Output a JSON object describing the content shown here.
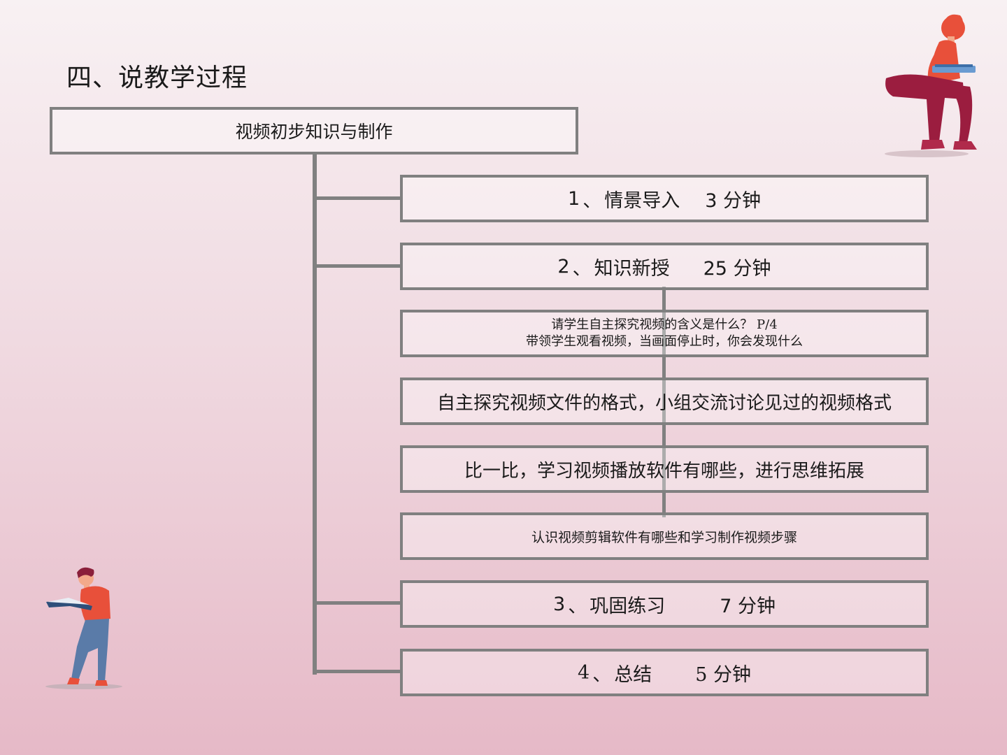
{
  "page": {
    "title": "四、说教学过程"
  },
  "root": {
    "label": "视频初步知识与制作"
  },
  "steps": [
    {
      "num": "1",
      "sep": "、",
      "name": "情景导入",
      "time": "3 分钟"
    },
    {
      "num": "2",
      "sep": "、",
      "name": "知识新授",
      "time": "25 分钟"
    },
    {
      "num": "3",
      "sep": "、",
      "name": "巩固练习",
      "time": "7 分钟"
    },
    {
      "num": "4",
      "sep": "、",
      "name": "总结",
      "time": "5 分钟"
    }
  ],
  "subs": [
    {
      "line1": "请学生自主探究视频的含义是什么？ P/4",
      "line2": "带领学生观看视频，当画面停止时，你会发现什么"
    },
    {
      "text": "自主探究视频文件的格式，小组交流讨论见过的视频格式"
    },
    {
      "text": "比一比，学习视频播放软件有哪些，进行思维拓展"
    },
    {
      "text": "认识视频剪辑软件有哪些和学习制作视频步骤"
    }
  ],
  "illustrations": {
    "top_right": "person-sitting-with-laptop-icon",
    "bottom_left": "person-reading-book-icon"
  },
  "colors": {
    "border": "#808080",
    "shirt": "#e8503a",
    "pants": "#9b1d3f",
    "jeans": "#5a7ba8"
  }
}
